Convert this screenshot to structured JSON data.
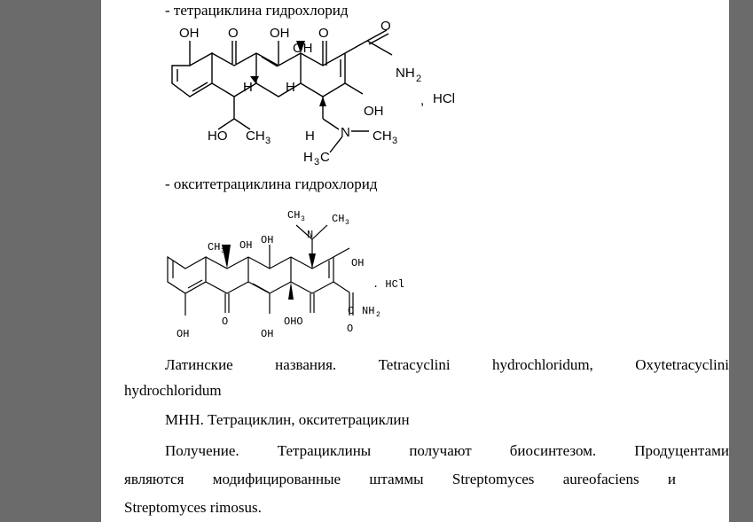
{
  "heading_tetracycline": "- тетрациклина гидрохлорид",
  "heading_oxytetracycline": "- окситетрациклина гидрохлорид",
  "structure1": {
    "labels": [
      "OH",
      "O",
      "OH",
      "OH",
      "O",
      "O",
      "NH",
      "2",
      "H",
      "H",
      "OH",
      "HO",
      "CH",
      "3",
      "H",
      "N",
      "CH",
      "3",
      "H",
      "3",
      "C",
      ",",
      "HCl"
    ]
  },
  "structure2": {
    "labels": [
      "CH",
      "3",
      "CH",
      "3",
      "CH",
      "3",
      "OH",
      "OH",
      "N",
      "OH",
      ". HCl",
      "C",
      "NH",
      "2",
      "OH",
      "O",
      "OH",
      "OHO",
      "O"
    ]
  },
  "latin_names": {
    "label": "Латинские",
    "word2": "названия.",
    "word3": "Tetracyclini",
    "word4": "hydrochloridum,",
    "word5": "Oxytetracyclini",
    "line2": "hydrochloridum"
  },
  "inn": "МНН. Тетрациклин, окситетрациклин",
  "production": {
    "line1_words": [
      "Получение.",
      "Тетрациклины",
      "получают",
      "биосинтезом.",
      "Продуцентами"
    ],
    "line2_words": [
      "являются",
      "модифицированные",
      "штаммы",
      "Streptomyces",
      "aureofaciens",
      "и"
    ],
    "line3": "Streptomyces rimosus."
  }
}
